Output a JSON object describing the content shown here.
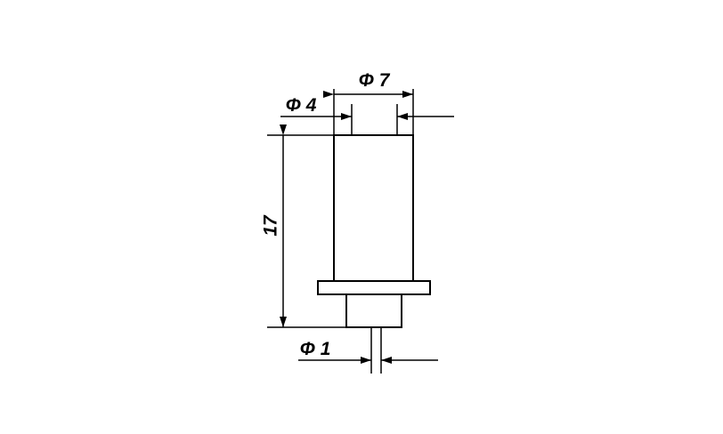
{
  "dimensions": {
    "outer_diameter": "Φ 7",
    "inner_diameter": "Φ 4",
    "height": "17",
    "pin_diameter": "Φ 1"
  },
  "colors": {
    "line": "#000000",
    "background": "#ffffff"
  }
}
